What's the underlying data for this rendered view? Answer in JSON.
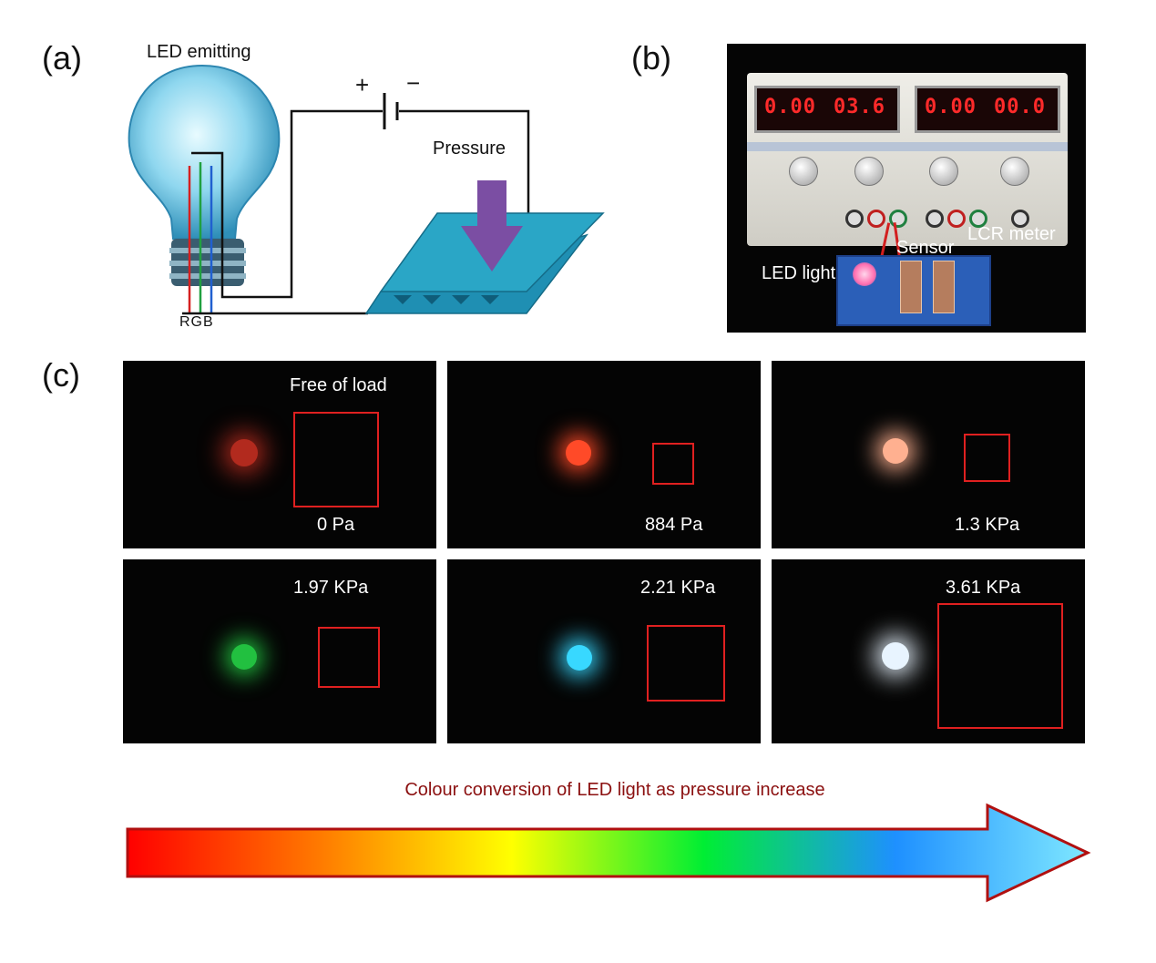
{
  "panel_labels": {
    "a": "(a)",
    "b": "(b)",
    "c": "(c)"
  },
  "panel_a": {
    "bulb_label": "LED emitting",
    "rgb_label": "RGB",
    "plus": "+",
    "minus": "−",
    "pressure_label": "Pressure",
    "colors": {
      "red_wire": "#d62020",
      "green_wire": "#20a040",
      "blue_wire": "#2060d0",
      "plate": "#2aa6c6",
      "pressure_arrow": "#7b4ea3"
    }
  },
  "panel_b": {
    "display_left_current": "0.00",
    "display_left_voltage": "03.6",
    "display_right_current": "0.00",
    "display_right_voltage": "00.0",
    "label_led": "LED light",
    "label_sensor": "Sensor",
    "label_lcr": "LCR meter"
  },
  "panel_c": {
    "top_note": "Free of load",
    "cells": [
      {
        "pressure": "0 Pa",
        "led_color": "#b22a1e"
      },
      {
        "pressure": "884 Pa",
        "led_color": "#ff4a28"
      },
      {
        "pressure": "1.3 KPa",
        "led_color": "#ffb090"
      },
      {
        "pressure": "1.97 KPa",
        "led_color": "#22c040"
      },
      {
        "pressure": "2.21 KPa",
        "led_color": "#38d8ff"
      },
      {
        "pressure": "3.61 KPa",
        "led_color": "#e8f4ff"
      }
    ],
    "frame_color": "#e02020"
  },
  "bottom": {
    "caption": "Colour conversion of LED light as pressure increase",
    "gradient_colors": [
      "#ff0000",
      "#ff7a00",
      "#ffff00",
      "#00ee33",
      "#1e90ff",
      "#7fe8ff"
    ],
    "outline_color": "#b01010"
  }
}
